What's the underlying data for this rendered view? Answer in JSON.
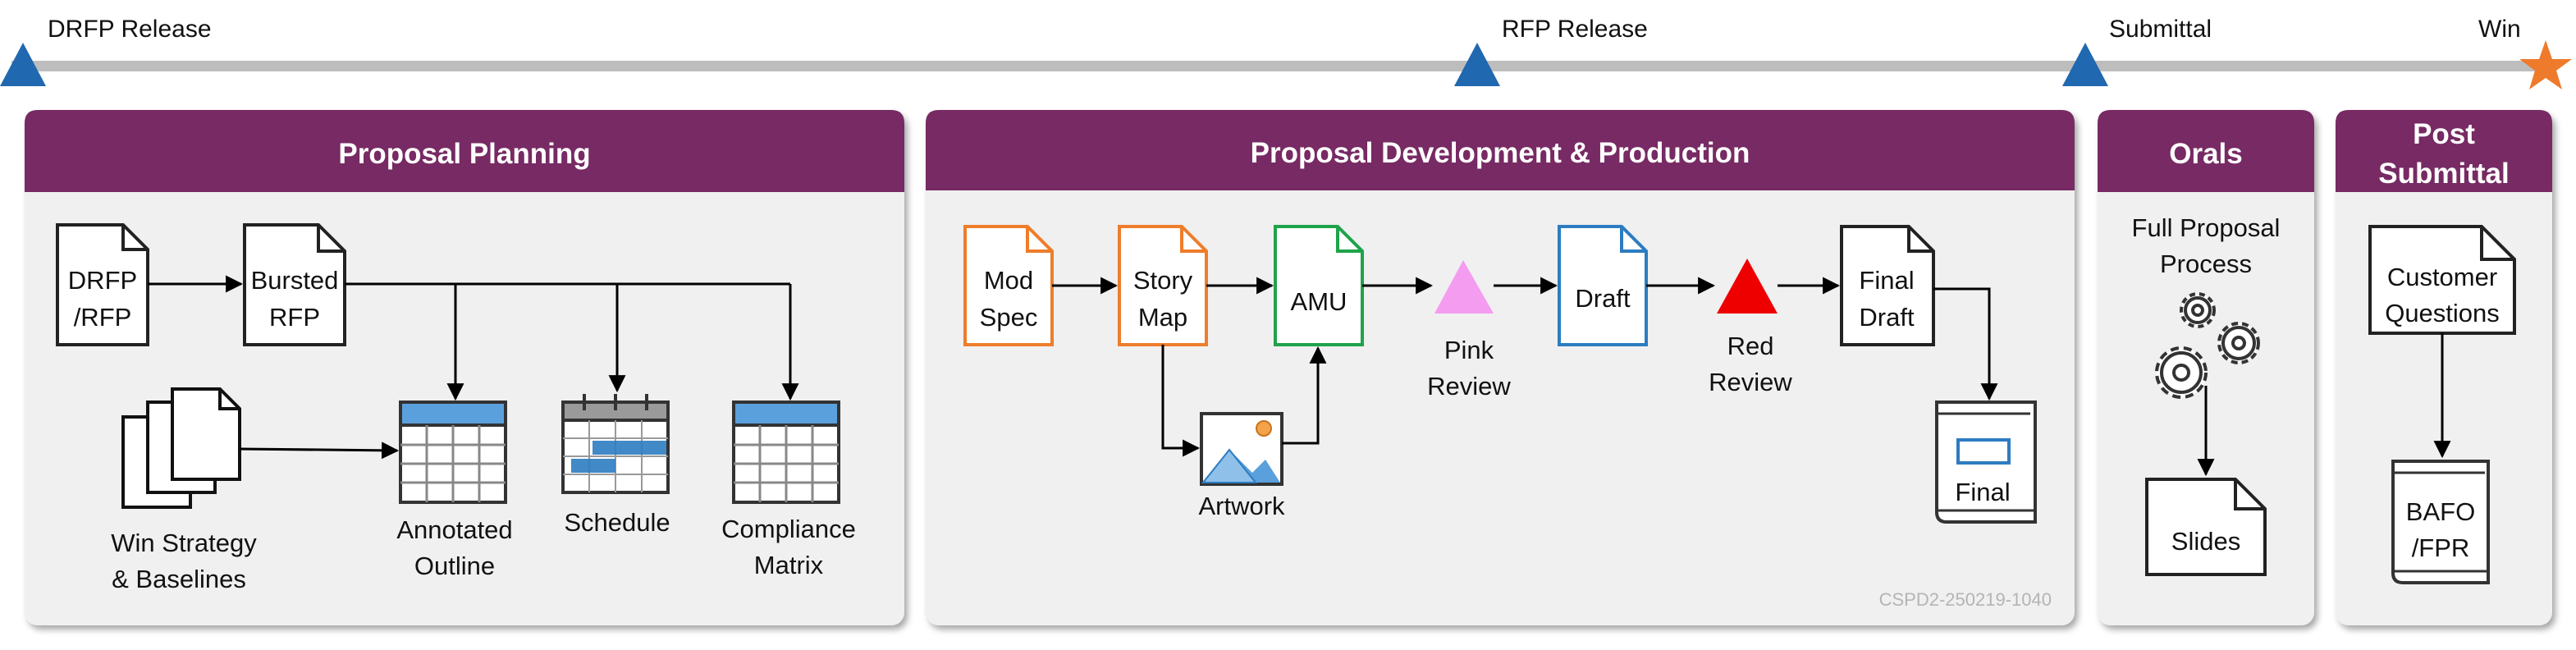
{
  "timeline": {
    "milestones": [
      "DRFP Release",
      "RFP Release",
      "Submittal",
      "Win"
    ]
  },
  "colors": {
    "header": "#772a63",
    "panel": "#f0f0f0",
    "timeline": "#bdbdbd",
    "milestone_triangle": "#2068b0",
    "win_star": "#ee7a2c",
    "orange_doc": "#ee7d2b",
    "green_doc": "#1ea34a",
    "blue_doc": "#2c7cc1",
    "pink_review": "#f49cf0",
    "red_review": "#ee0000",
    "table_header": "#5aa0dc"
  },
  "sections": {
    "planning": {
      "title": "Proposal Planning",
      "drfp": [
        "DRFP",
        "/RFP"
      ],
      "bursted": [
        "Bursted",
        "RFP"
      ],
      "win_strategy": [
        "Win Strategy",
        "& Baselines"
      ],
      "annotated": [
        "Annotated",
        "Outline"
      ],
      "schedule": "Schedule",
      "compliance": [
        "Compliance",
        "Matrix"
      ]
    },
    "development": {
      "title": "Proposal Development & Production",
      "mod_spec": [
        "Mod",
        "Spec"
      ],
      "story_map": [
        "Story",
        "Map"
      ],
      "amu": "AMU",
      "artwork": "Artwork",
      "pink": [
        "Pink",
        "Review"
      ],
      "draft": "Draft",
      "red": [
        "Red",
        "Review"
      ],
      "final_draft": [
        "Final",
        "Draft"
      ],
      "final": "Final",
      "watermark": "CSPD2-250219-1040"
    },
    "orals": {
      "title": "Orals",
      "process": [
        "Full Proposal",
        "Process"
      ],
      "slides": "Slides"
    },
    "post": {
      "title": [
        "Post",
        "Submittal"
      ],
      "customer_questions": [
        "Customer",
        "Questions"
      ],
      "bafo": [
        "BAFO",
        "/FPR"
      ]
    }
  }
}
